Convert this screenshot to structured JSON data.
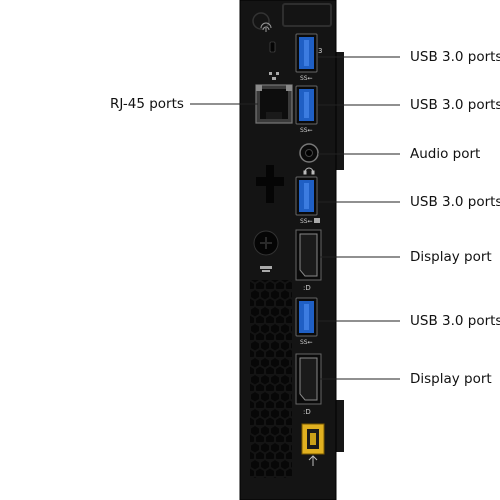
{
  "labels": {
    "rj45": "RJ-45 ports",
    "usb1": "USB 3.0 ports",
    "usb2": "USB 3.0 ports",
    "audio": "Audio port",
    "usb3": "USB 3.0 ports",
    "display1": "Display port",
    "usb4": "USB 3.0 ports",
    "display2": "Display port"
  },
  "port_markings": {
    "usb_top_number": "3",
    "usb_logo": "SS⇜"
  },
  "colors": {
    "chassis": "#141414",
    "usb_blue": "#1f5fc4",
    "power_yellow": "#e0b020",
    "leader_line": "#222222"
  },
  "icons": [
    "wifi-icon",
    "lock-icon",
    "network-icon",
    "headphone-icon",
    "displayport-icon",
    "power-icon"
  ]
}
